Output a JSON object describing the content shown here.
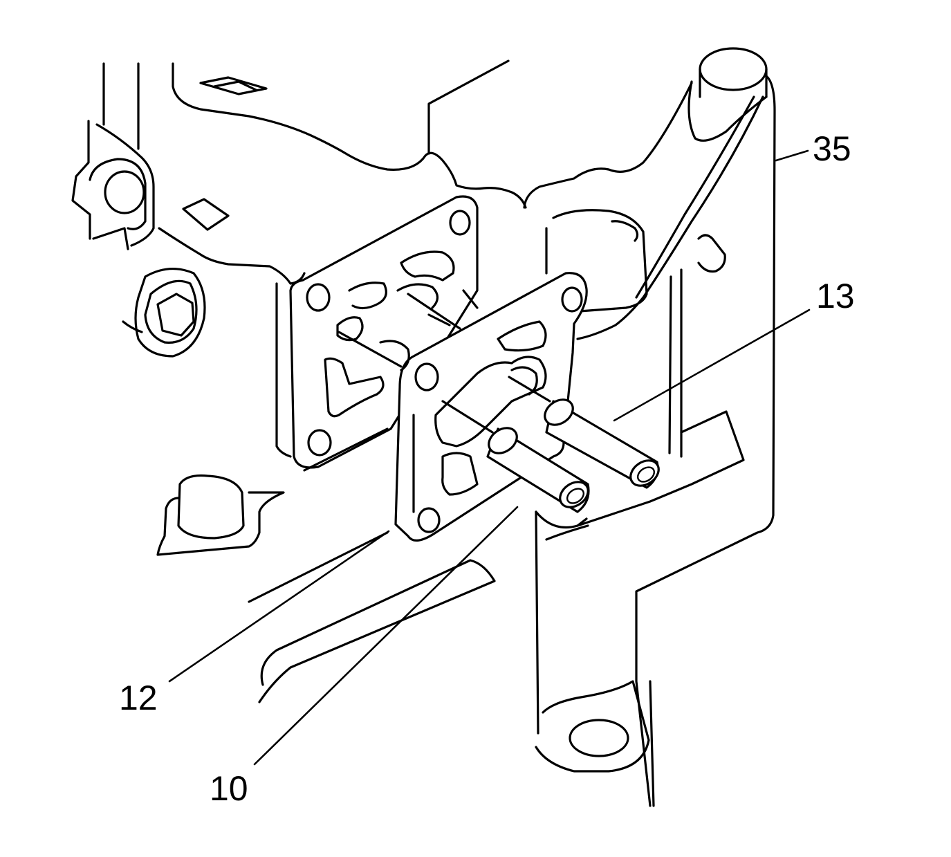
{
  "diagram": {
    "callouts": [
      {
        "id": "35",
        "text": "35"
      },
      {
        "id": "13",
        "text": "13"
      },
      {
        "id": "12",
        "text": "12"
      },
      {
        "id": "10",
        "text": "10"
      }
    ]
  },
  "colors": {
    "line": "#000000",
    "background": "#ffffff"
  }
}
